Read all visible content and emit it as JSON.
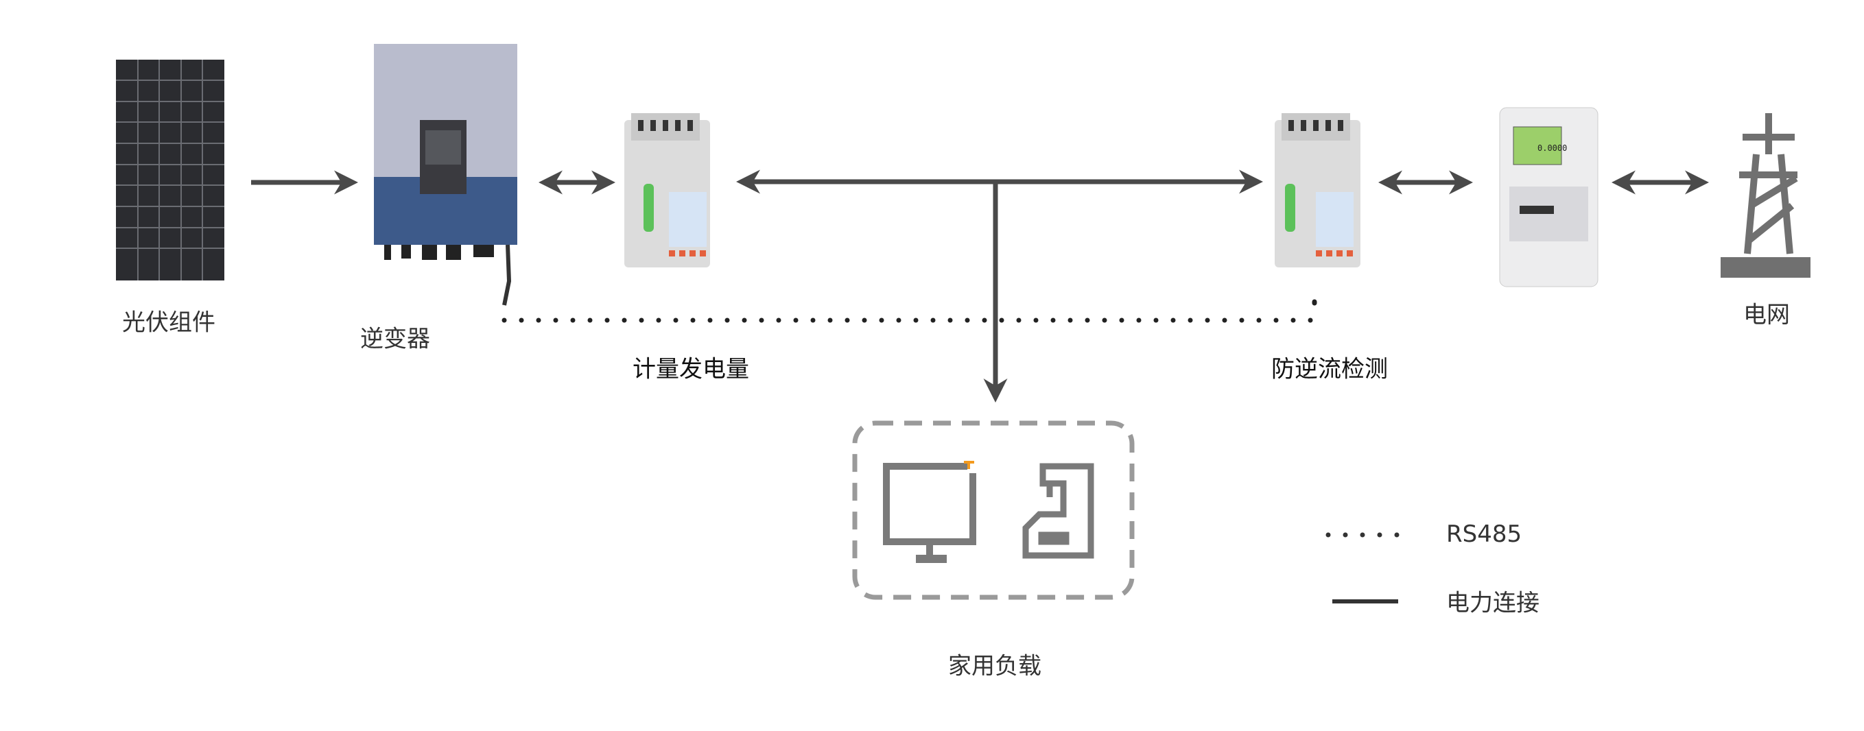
{
  "nodes": {
    "pv_module": "光伏组件",
    "inverter": "逆变器",
    "generation_meter": "计量发电量",
    "anti_backflow_meter": "防逆流检测",
    "grid": "电网",
    "household_load": "家用负载"
  },
  "meter_display": "0.0000",
  "legend": {
    "rs485": "RS485",
    "power_connection": "电力连接"
  },
  "colors": {
    "line": "#4a4a4a",
    "inverter_top": "#b9bccd",
    "inverter_bottom": "#3d5a8a",
    "meter_screen": "#9ccf6a",
    "accent_orange": "#f39a1e",
    "dashed_box": "#9a9a9a"
  }
}
